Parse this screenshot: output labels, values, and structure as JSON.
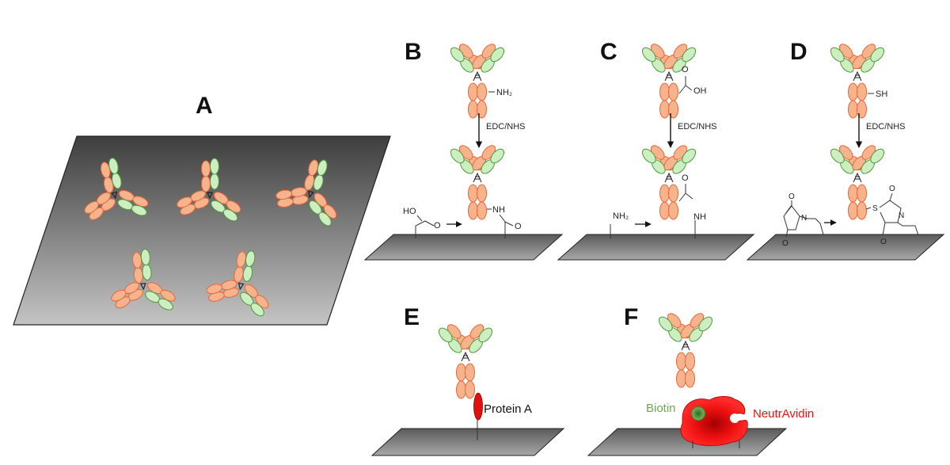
{
  "panels": {
    "A": {
      "letter": "A"
    },
    "B": {
      "letter": "B",
      "group": "NH₂",
      "reagent": "EDC/NHS",
      "surface_group": "HO",
      "surface_o": "O",
      "product_nh": "NH",
      "product_o": "O"
    },
    "C": {
      "letter": "C",
      "group_o": "O",
      "group_oh": "OH",
      "reagent": "EDC/NHS",
      "surface_group": "NH₂",
      "product_o": "O",
      "product_nh": "NH"
    },
    "D": {
      "letter": "D",
      "group": "SH",
      "reagent": "EDC/NHS",
      "maleimide_o1": "O",
      "maleimide_o2": "O",
      "maleimide_n": "N",
      "product_s": "S",
      "product_o1": "O",
      "product_o2": "O",
      "product_n": "N"
    },
    "E": {
      "letter": "E",
      "label": "Protein A"
    },
    "F": {
      "letter": "F",
      "biotin_label": "Biotin",
      "avidin_label": "NeutrAvidin"
    }
  },
  "colors": {
    "heavy_chain": "#f7b48c",
    "heavy_stroke": "#e8663a",
    "light_chain": "#cdeec0",
    "light_stroke": "#4a9a3a",
    "surface": "#8a8a8a",
    "protein_a": "#e01010",
    "neutravidin": "#ee1111",
    "biotin": "#3c8a2c",
    "biotin_fill": "#6aa84f"
  }
}
